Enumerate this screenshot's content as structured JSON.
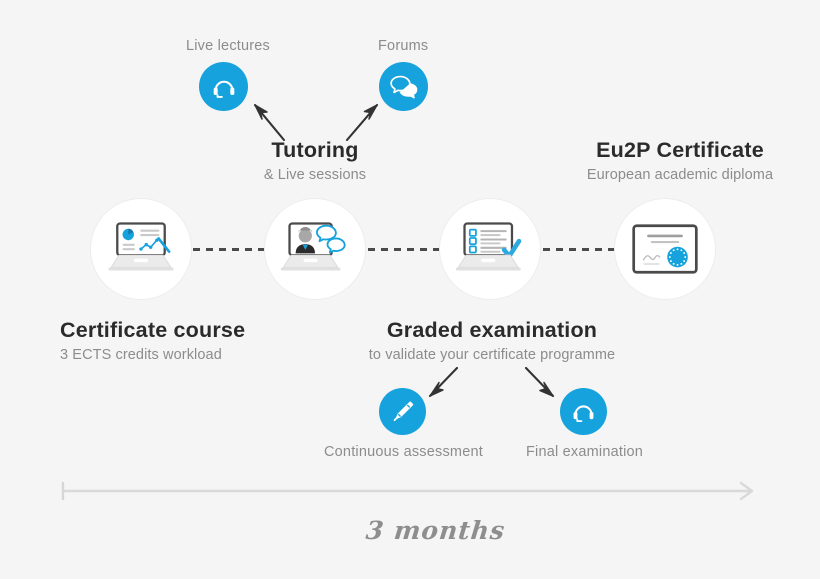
{
  "page": {
    "background_color": "#f5f5f5",
    "accent_color": "#16a2dd",
    "heading_color": "#2b2b2b",
    "muted_color": "#8c8c8c"
  },
  "top_labels": {
    "live_lectures": "Live lectures",
    "forums": "Forums"
  },
  "headings": {
    "tutoring": {
      "title": "Tutoring",
      "subtitle": "& Live sessions"
    },
    "certificate": {
      "title": "Eu2P Certificate",
      "subtitle": "European academic diploma"
    },
    "course": {
      "title": "Certificate course",
      "subtitle": "3 ECTS credits workload"
    },
    "exam": {
      "title": "Graded examination",
      "subtitle": "to validate your certificate programme"
    }
  },
  "bottom_labels": {
    "continuous_assessment": "Continuous assessment",
    "final_examination": "Final examination"
  },
  "timeline": {
    "duration": "3 months"
  },
  "nodes": [
    {
      "id": "node-course",
      "icon": "laptop-dashboard-icon"
    },
    {
      "id": "node-tutoring",
      "icon": "laptop-discussion-icon"
    },
    {
      "id": "node-examination",
      "icon": "laptop-checklist-icon"
    },
    {
      "id": "node-diploma",
      "icon": "certificate-diploma-icon"
    }
  ],
  "badges": [
    {
      "id": "badge-live-lectures",
      "icon": "headset-icon"
    },
    {
      "id": "badge-forums",
      "icon": "speech-bubbles-icon"
    },
    {
      "id": "badge-assessment",
      "icon": "pen-icon"
    },
    {
      "id": "badge-final-exam",
      "icon": "headset-icon"
    }
  ]
}
